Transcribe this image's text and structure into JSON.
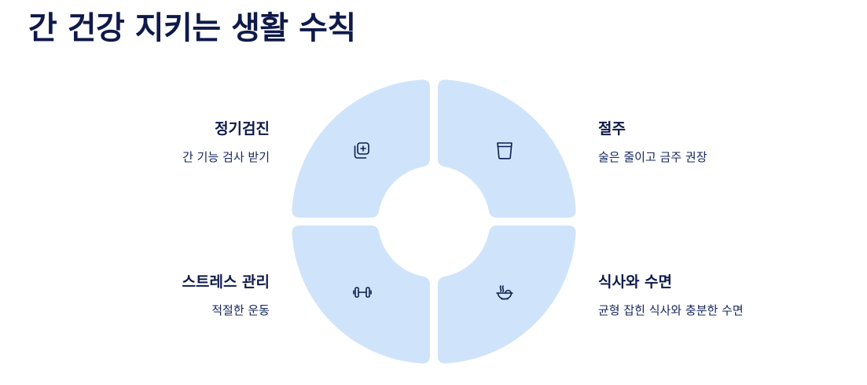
{
  "title": "간 건강 지키는 생활 수칙",
  "colors": {
    "segment_fill": "#cfe4fb",
    "text_dark": "#0f1a4a",
    "icon_stroke": "#0f1d4d"
  },
  "segments": [
    {
      "position": "top-left",
      "title": "정기검진",
      "description": "간 기능 검사 받기",
      "icon": "medical-checkup-icon"
    },
    {
      "position": "top-right",
      "title": "절주",
      "description": "술은 줄이고 금주 권장",
      "icon": "glass-icon"
    },
    {
      "position": "bottom-left",
      "title": "스트레스 관리",
      "description": "적절한 운동",
      "icon": "dumbbell-icon"
    },
    {
      "position": "bottom-right",
      "title": "식사와 수면",
      "description": "균형 잡힌 식사와 충분한 수면",
      "icon": "bowl-icon"
    }
  ]
}
